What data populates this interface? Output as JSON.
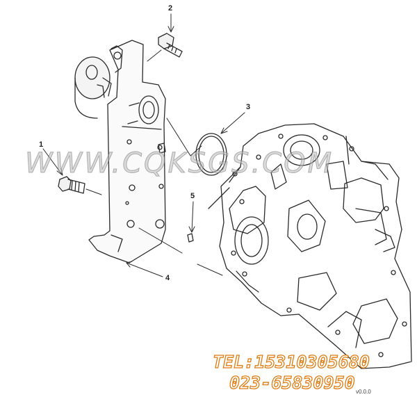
{
  "callouts": {
    "c1": "1",
    "c2": "2",
    "c3": "3",
    "c4": "4",
    "c5": "5"
  },
  "watermark": "WWW.CQKSGS.COM",
  "contact": {
    "tel": "TEL:15310305680",
    "phone": "023-65830950"
  },
  "figure_code": "v0.0.0",
  "colors": {
    "line": "#2a2a2a",
    "watermark_text": "#bebebe",
    "contact_outline": "#e07b10"
  }
}
